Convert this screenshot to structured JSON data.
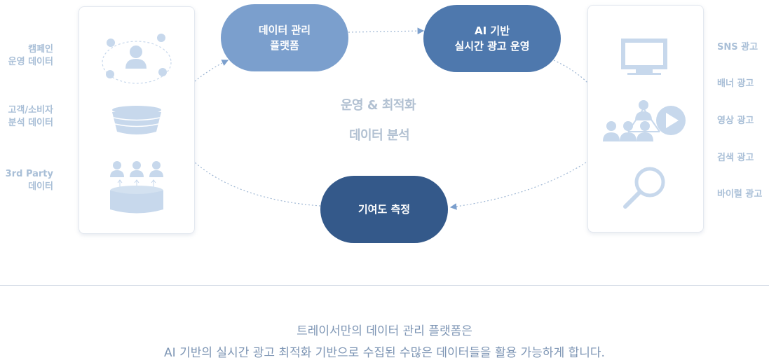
{
  "left_labels": [
    {
      "line1": "캠페인",
      "line2": "운영 데이터"
    },
    {
      "line1": "고객/소비자",
      "line2": "분석 데이터"
    },
    {
      "line1": "3rd Party",
      "line2": "데이터"
    }
  ],
  "right_labels": [
    "SNS 광고",
    "배너 광고",
    "영상 광고",
    "검색 광고",
    "바이럴 광고"
  ],
  "nodes": {
    "platform": {
      "line1": "데이터 관리",
      "line2": "플랫폼"
    },
    "ai_ops": {
      "line1": "AI 기반",
      "line2": "실시간 광고 운영"
    },
    "measure": {
      "line1": "기여도 측정"
    }
  },
  "center": {
    "line1": "운영 & 최적화",
    "line2": "데이터 분석"
  },
  "footer": {
    "line1": "트레이서만의 데이터 관리 플랫폼은",
    "line2": "AI 기반의 실시간 광고 최적화 기반으로 수집된 수많은 데이터들을 활용 가능하게 합니다."
  },
  "colors": {
    "node_light": "#7b9fcd",
    "node_mid": "#4e78ad",
    "node_dark": "#34598a",
    "icon": "#c7d8ec",
    "label": "#a9bfd7"
  }
}
